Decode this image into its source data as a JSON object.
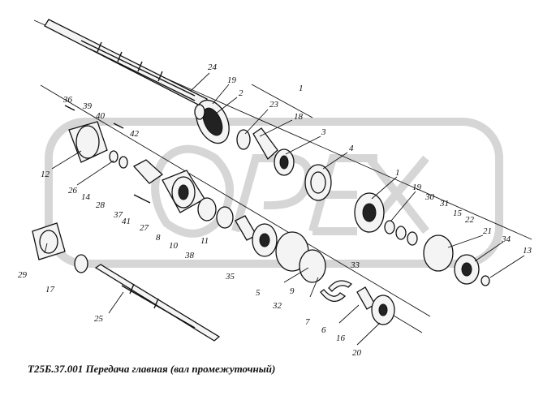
{
  "caption": "Т25Б.37.001 Передача главная (вал промежуточный)",
  "watermark": {
    "text": "OPEX",
    "color": "#d6d6d6"
  },
  "callouts": [
    "24",
    "19",
    "2",
    "1",
    "23",
    "18",
    "3",
    "4",
    "36",
    "39",
    "40",
    "42",
    "12",
    "26",
    "14",
    "28",
    "37",
    "41",
    "27",
    "8",
    "10",
    "38",
    "11",
    "35",
    "5",
    "32",
    "9",
    "7",
    "6",
    "16",
    "20",
    "33",
    "1",
    "19",
    "30",
    "31",
    "15",
    "22",
    "21",
    "34",
    "13",
    "29",
    "17",
    "25"
  ]
}
